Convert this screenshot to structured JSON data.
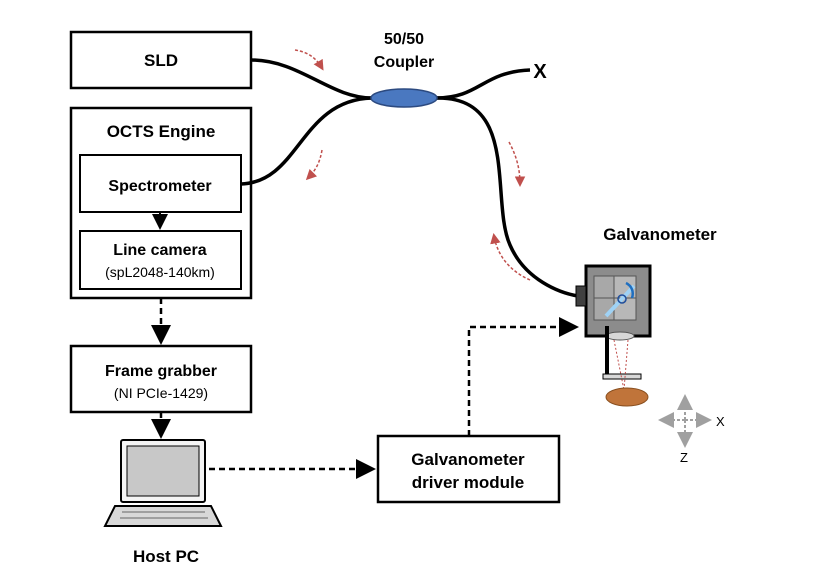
{
  "sld": {
    "label": "SLD"
  },
  "coupler": {
    "ratio": "50/50",
    "name": "Coupler",
    "terminator": "X"
  },
  "engine": {
    "title": "OCTS Engine",
    "spectrometer": "Spectrometer",
    "camera": {
      "label": "Line camera",
      "model": "(spL2048-140km)"
    }
  },
  "frame_grabber": {
    "label": "Frame grabber",
    "model": "(NI PCIe-1429)"
  },
  "host_pc": {
    "label": "Host PC"
  },
  "galvo_driver": {
    "line1": "Galvanometer",
    "line2": "driver module"
  },
  "galvanometer": {
    "label": "Galvanometer"
  },
  "axes": {
    "x": "X",
    "z": "Z"
  },
  "colors": {
    "line": "#000000",
    "coupler_fill": "#4a78c0",
    "direction_arrow": "#c0504d",
    "sample": "#c0743a",
    "galvo_body": "#8c8c8c",
    "laptop_screen": "#c8c8c8"
  }
}
